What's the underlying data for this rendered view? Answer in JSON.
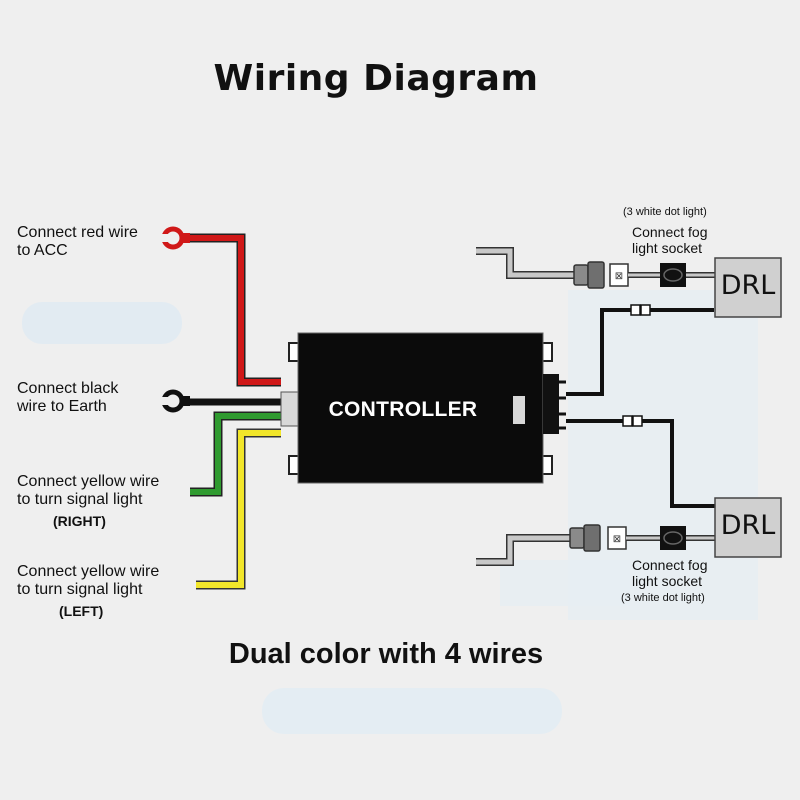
{
  "diagram": {
    "title": "Wiring Diagram",
    "subtitle": "Dual color with 4 wires",
    "controller_label": "CONTROLLER",
    "wires": {
      "red": {
        "line1": "Connect red wire",
        "line2": "to ACC",
        "color": "#d01818"
      },
      "black": {
        "line1": "Connect black",
        "line2": "wire to Earth",
        "color": "#111111"
      },
      "green": {
        "line1": "Connect yellow wire",
        "line2": "to turn signal light",
        "side": "(RIGHT)",
        "color": "#2f9a2f"
      },
      "yellow": {
        "line1": "Connect yellow wire",
        "line2": "to turn signal light",
        "side": "(LEFT)",
        "color": "#f2e62a"
      }
    },
    "drl_top": {
      "label": "DRL",
      "note": "(3 white dot light)",
      "socket_line1": "Connect fog",
      "socket_line2": "light socket"
    },
    "drl_bottom": {
      "label": "DRL",
      "note": "(3 white dot light)",
      "socket_line1": "Connect fog",
      "socket_line2": "light socket"
    }
  }
}
